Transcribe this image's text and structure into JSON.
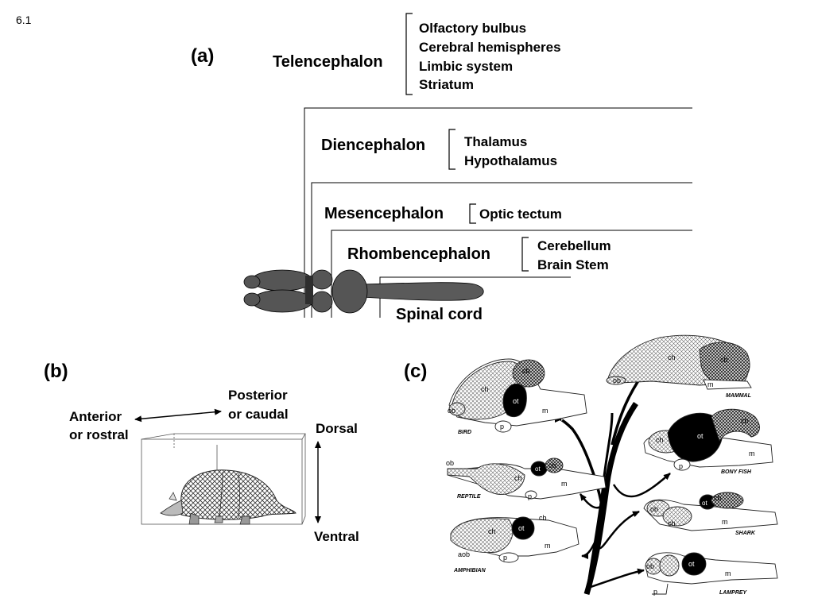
{
  "slide_number": "6.1",
  "panel_a": {
    "label": "(a)",
    "telencephalon": {
      "name": "Telencephalon",
      "parts": [
        "Olfactory bulbus",
        "Cerebral hemispheres",
        "Limbic system",
        "Striatum"
      ]
    },
    "diencephalon": {
      "name": "Diencephalon",
      "parts": [
        "Thalamus",
        "Hypothalamus"
      ]
    },
    "mesencephalon": {
      "name": "Mesencephalon",
      "parts": [
        "Optic tectum"
      ]
    },
    "rhombencephalon": {
      "name": "Rhombencephalon",
      "parts": [
        "Cerebellum",
        "Brain Stem"
      ]
    },
    "spinal_cord": "Spinal cord",
    "colors": {
      "brain_fill": "#555555",
      "line": "#000000"
    }
  },
  "panel_b": {
    "label": "(b)",
    "anterior": [
      "Anterior",
      "or rostral"
    ],
    "posterior": [
      "Posterior",
      "or caudal"
    ],
    "dorsal": "Dorsal",
    "ventral": "Ventral"
  },
  "panel_c": {
    "label": "(c)",
    "species": {
      "bird": {
        "name": "BIRD",
        "labels": {
          "ob": "ob",
          "ch": "ch",
          "ot": "ot",
          "cb": "cb",
          "m": "m",
          "p": "p"
        }
      },
      "reptile": {
        "name": "REPTILE",
        "labels": {
          "ob": "ob",
          "ch": "ch",
          "ot": "ot",
          "cb": "cb",
          "m": "m",
          "p": "p"
        }
      },
      "amphibian": {
        "name": "AMPHIBIAN",
        "labels": {
          "aob": "aob",
          "ch": "ch",
          "ot": "ot",
          "cb": "cb",
          "m": "m",
          "p": "p"
        }
      },
      "mammal": {
        "name": "MAMMAL",
        "labels": {
          "ob": "ob",
          "ch": "ch",
          "cb": "cb",
          "m": "m"
        }
      },
      "bony_fish": {
        "name": "BONY FISH",
        "labels": {
          "ch": "ch",
          "ot": "ot",
          "cb": "cb",
          "m": "m",
          "p": "p"
        }
      },
      "shark": {
        "name": "SHARK",
        "labels": {
          "ob": "ob",
          "ch": "ch",
          "ot": "ot",
          "cb": "cb",
          "m": "m"
        }
      },
      "lamprey": {
        "name": "LAMPREY",
        "labels": {
          "ob": "ob",
          "ot": "ot",
          "m": "m",
          "p": "p"
        }
      }
    }
  }
}
